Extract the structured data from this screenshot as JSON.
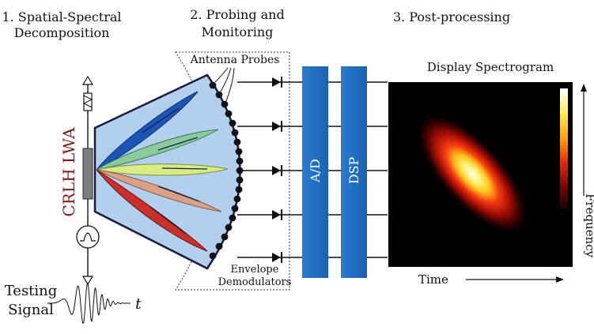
{
  "steps": {
    "step1_line1": "1. Spatial-Spectral",
    "step1_line2": "Decomposition",
    "step2_line1": "2. Probing and",
    "step2_line2": "Monitoring",
    "step3": "3. Post-processing"
  },
  "labels": {
    "antenna_probes": "Antenna Probes",
    "envelope_line1": "Envelope",
    "envelope_line2": "Demodulators",
    "crlh": "CRLH LWA",
    "ad": "A/D",
    "dsp": "DSP",
    "display": "Display Spectrogram",
    "time": "Time",
    "frequency": "Frequency",
    "testing_line1": "Testing",
    "testing_line2": "Signal",
    "t": "t"
  },
  "colors": {
    "antenna_fill": "#b3cfee",
    "block_blue": "#1f6fbf",
    "outline": "#1a1a40",
    "beam_blue": "#1c55b5",
    "beam_teal": "#8cc99c",
    "beam_yellow": "#d8ec84",
    "beam_pink": "#d8a188",
    "beam_red": "#c9302a",
    "crlh_text": "#7a1a1a"
  }
}
